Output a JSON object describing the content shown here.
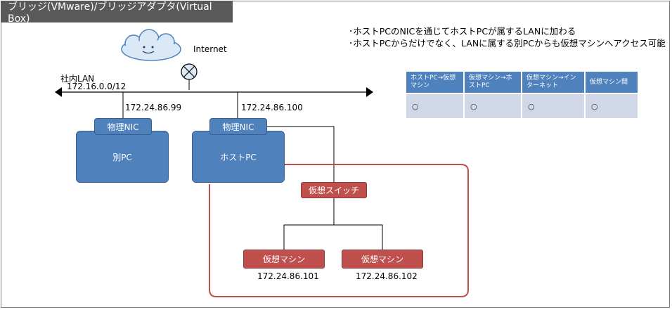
{
  "title": "ブリッジ(VMware)/ブリッジアダプタ(Virtual Box)",
  "internet": {
    "label": "Internet"
  },
  "lan": {
    "name": "社内LAN",
    "address": "172.16.0.0/12"
  },
  "nodes": {
    "other_pc": {
      "label": "別PC",
      "nic": "物理NIC",
      "ip": "172.24.86.99"
    },
    "host_pc": {
      "label": "ホストPC",
      "nic": "物理NIC",
      "ip": "172.24.86.100"
    },
    "vswitch": {
      "label": "仮想スイッチ"
    },
    "vm1": {
      "label": "仮想マシン",
      "ip": "172.24.86.101"
    },
    "vm2": {
      "label": "仮想マシン",
      "ip": "172.24.86.102"
    }
  },
  "notes": [
    "･ホストPCのNICを通じてホストPCが属するLANに加わる",
    "･ホストPCからだけでなく、LANに属する別PCからも仮想マシンへアクセス可能"
  ],
  "table": {
    "headers": [
      "ホストPC→仮想マシン",
      "仮想マシン→ホストPC",
      "仮想マシン→インターネット",
      "仮想マシン間"
    ],
    "values": [
      "○",
      "○",
      "○",
      "○"
    ]
  },
  "colors": {
    "pc_blue": "#4f81bd",
    "vm_red": "#c0504d",
    "title_bar": "#595959",
    "table_cell": "#d0d8e8"
  }
}
